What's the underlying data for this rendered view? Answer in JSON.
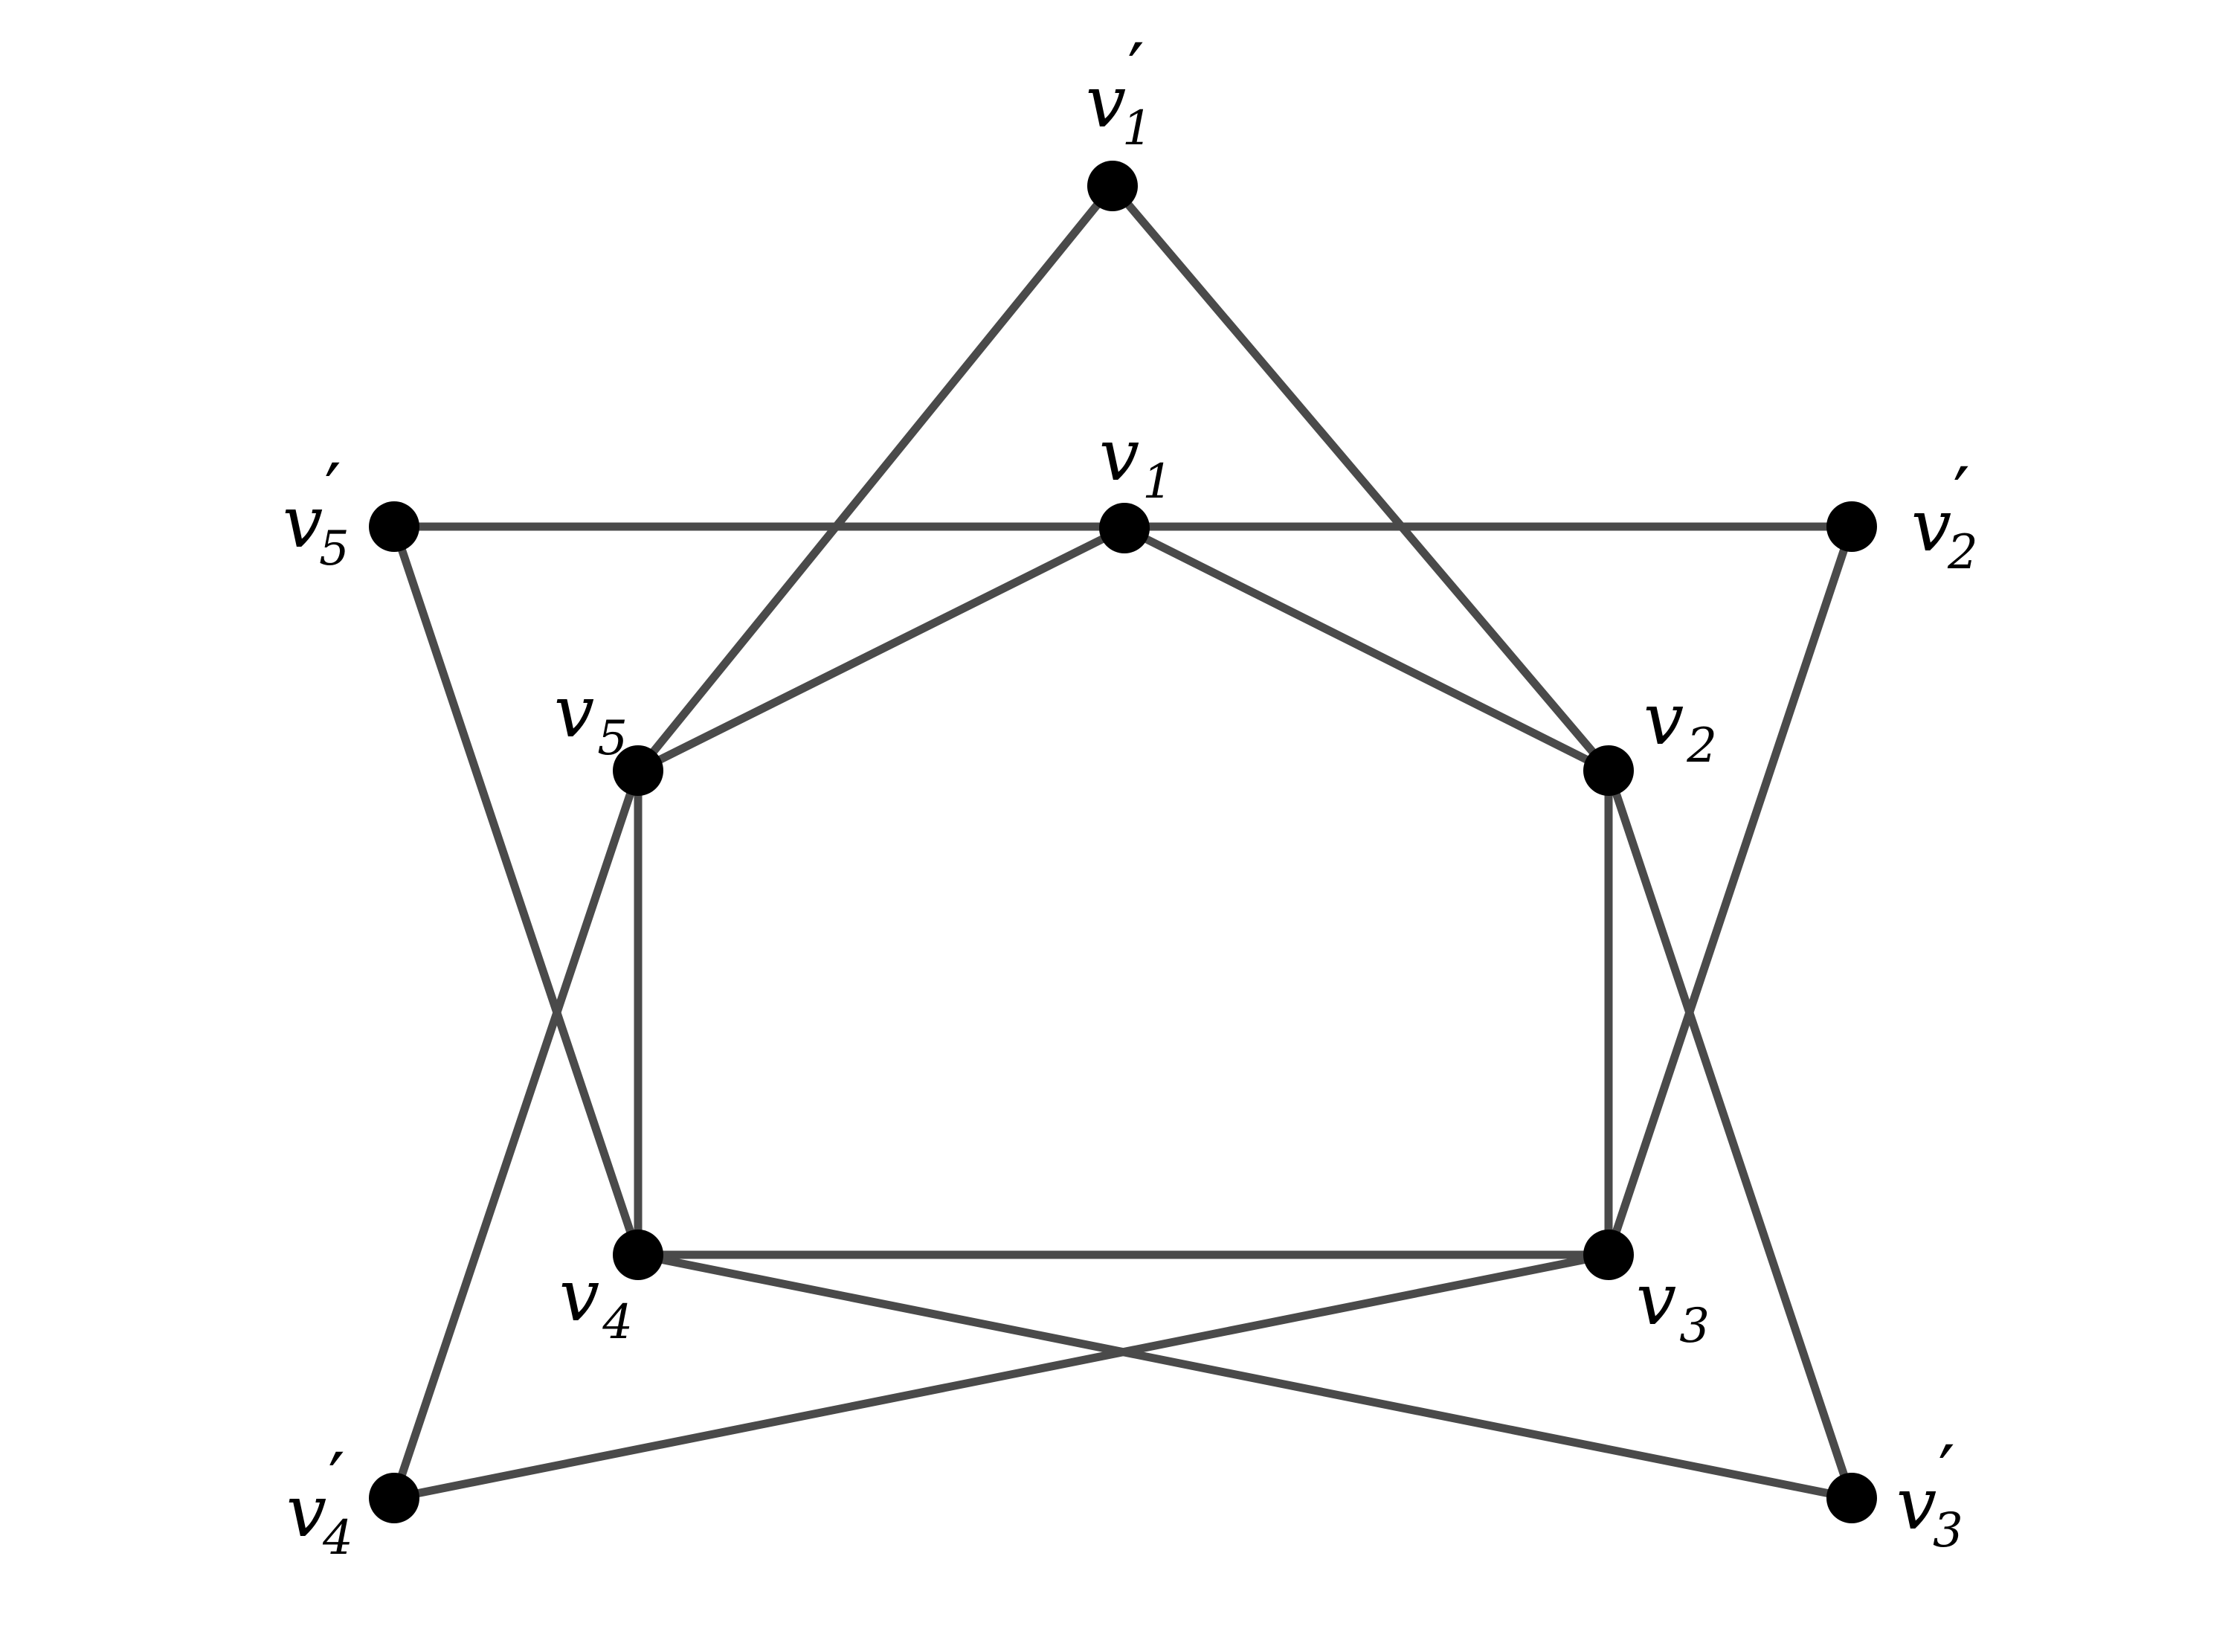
{
  "diagram": {
    "colors": {
      "edge": "#4a4a4a",
      "vertex": "#000000",
      "background": "#ffffff"
    },
    "vertices": [
      {
        "id": "v1",
        "base": "v",
        "sub": "1",
        "prime": ""
      },
      {
        "id": "v2",
        "base": "v",
        "sub": "2",
        "prime": ""
      },
      {
        "id": "v3",
        "base": "v",
        "sub": "3",
        "prime": ""
      },
      {
        "id": "v4",
        "base": "v",
        "sub": "4",
        "prime": ""
      },
      {
        "id": "v5",
        "base": "v",
        "sub": "5",
        "prime": ""
      },
      {
        "id": "v1p",
        "base": "v",
        "sub": "1",
        "prime": "′"
      },
      {
        "id": "v2p",
        "base": "v",
        "sub": "2",
        "prime": "′"
      },
      {
        "id": "v3p",
        "base": "v",
        "sub": "3",
        "prime": "′"
      },
      {
        "id": "v4p",
        "base": "v",
        "sub": "4",
        "prime": "′"
      },
      {
        "id": "v5p",
        "base": "v",
        "sub": "5",
        "prime": "′"
      }
    ],
    "edges": [
      [
        "v5p",
        "v2p"
      ],
      [
        "v1",
        "v5"
      ],
      [
        "v1",
        "v2"
      ],
      [
        "v2",
        "v3"
      ],
      [
        "v3",
        "v4"
      ],
      [
        "v4",
        "v5"
      ],
      [
        "v1p",
        "v5"
      ],
      [
        "v1p",
        "v2"
      ],
      [
        "v5p",
        "v4"
      ],
      [
        "v2p",
        "v3"
      ],
      [
        "v5",
        "v4p"
      ],
      [
        "v2",
        "v3p"
      ],
      [
        "v4p",
        "v3"
      ],
      [
        "v4",
        "v3p"
      ]
    ]
  }
}
